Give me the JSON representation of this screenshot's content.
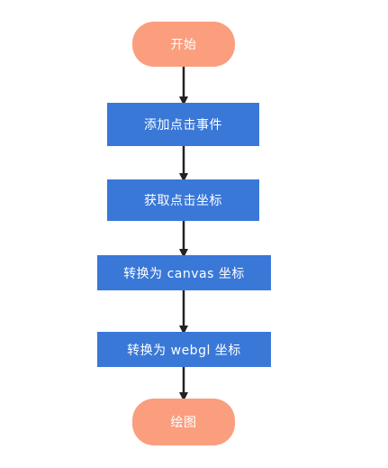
{
  "diagram": {
    "type": "flowchart",
    "colors": {
      "terminal_fill": "#FA9E7E",
      "process_fill": "#3A78D8",
      "text": "#FFFFFF",
      "connector": "#222222"
    },
    "nodes": [
      {
        "id": "start",
        "shape": "terminal",
        "label": "开始"
      },
      {
        "id": "add-event",
        "shape": "process",
        "label": "添加点击事件"
      },
      {
        "id": "get-coords",
        "shape": "process",
        "label": "获取点击坐标"
      },
      {
        "id": "to-canvas",
        "shape": "process",
        "label": "转换为 canvas 坐标"
      },
      {
        "id": "to-webgl",
        "shape": "process",
        "label": "转换为 webgl 坐标"
      },
      {
        "id": "draw",
        "shape": "terminal",
        "label": "绘图"
      }
    ],
    "edges": [
      {
        "from": "start",
        "to": "add-event"
      },
      {
        "from": "add-event",
        "to": "get-coords"
      },
      {
        "from": "get-coords",
        "to": "to-canvas"
      },
      {
        "from": "to-canvas",
        "to": "to-webgl"
      },
      {
        "from": "to-webgl",
        "to": "draw"
      }
    ]
  }
}
